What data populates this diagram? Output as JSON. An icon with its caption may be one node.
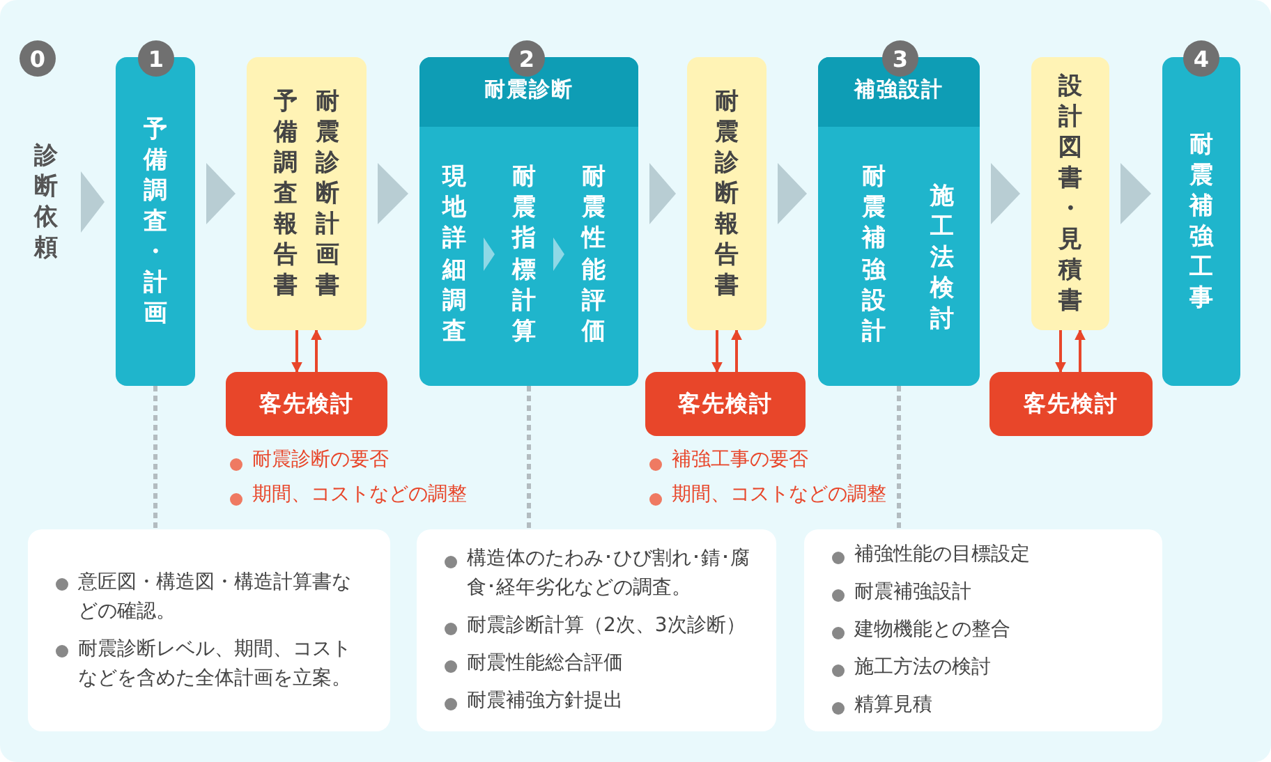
{
  "diagram": {
    "nodes": [
      {
        "text": [
          "診断依頼"
        ]
      },
      {
        "text": [
          "予備調査・計画"
        ]
      },
      {
        "text": [
          "予備調査報告書",
          "耐震診断計画書"
        ]
      },
      {
        "text": [
          "客先検討"
        ],
        "beside": [
          "耐震診断の要否",
          "期間、コストなどの調整"
        ]
      },
      {
        "text": [
          "耐震診断"
        ]
      },
      {
        "text": [
          "現地詳細調査"
        ],
        "in": 4
      },
      {
        "text": [
          "耐震指標計算"
        ],
        "in": 4
      },
      {
        "text": [
          "耐震性能評価"
        ],
        "in": 4
      },
      {
        "text": [
          "耐震診断報告書"
        ]
      },
      {
        "text": [
          "客先検討"
        ],
        "beside": [
          "補強工事の要否",
          "期間、コストなどの調整"
        ]
      },
      {
        "text": [
          "補強設計"
        ]
      },
      {
        "text": [
          "耐震補強設計"
        ],
        "in": 10
      },
      {
        "text": [
          "施工法検討"
        ],
        "in": 10
      },
      {
        "text": [
          "設計図書・見積書"
        ]
      },
      {
        "text": [
          "客先検討"
        ]
      },
      {
        "text": [
          "耐震補強工事"
        ]
      },
      {
        "text": [
          "意匠図・構造図・構造計算書などの確認。",
          "耐震診断レベル、期間、コストなどを含めた全体計画を立案。"
        ]
      },
      {
        "text": [
          "構造体のたわみ･ひび割れ･錆･腐食･経年劣化などの調査。",
          "耐震診断計算（2次、3次診断）",
          "耐震性能総合評価",
          "耐震補強方針提出"
        ]
      },
      {
        "text": [
          "補強性能の目標設定",
          "耐震補強設計",
          "建物機能との整合",
          "施工方法の検討",
          "精算見積"
        ]
      }
    ],
    "edges": [
      {
        "from": 0,
        "to": 1,
        "arrow": "to"
      },
      {
        "from": 1,
        "to": 2,
        "arrow": "to"
      },
      {
        "from": 2,
        "to": 3,
        "arrow": "to",
        "color": "#e8462a"
      },
      {
        "from": 3,
        "to": 2,
        "arrow": "to",
        "color": "#e8462a"
      },
      {
        "from": 2,
        "to": 4,
        "arrow": "to"
      },
      {
        "from": 5,
        "to": 6,
        "arrow": "to"
      },
      {
        "from": 6,
        "to": 7,
        "arrow": "to"
      },
      {
        "from": 4,
        "to": 8,
        "arrow": "to"
      },
      {
        "from": 8,
        "to": 9,
        "arrow": "to",
        "color": "#e8462a"
      },
      {
        "from": 9,
        "to": 8,
        "arrow": "to",
        "color": "#e8462a"
      },
      {
        "from": 8,
        "to": 10,
        "arrow": "to"
      },
      {
        "from": 10,
        "to": 13,
        "arrow": "to"
      },
      {
        "from": 13,
        "to": 14,
        "arrow": "to",
        "color": "#e8462a"
      },
      {
        "from": 14,
        "to": 13,
        "arrow": "to",
        "color": "#e8462a"
      },
      {
        "from": 13,
        "to": 15,
        "arrow": "to"
      },
      {
        "from": 1,
        "to": 16,
        "arrow": "none",
        "style": "dashed",
        "color": "#b3bcc0"
      },
      {
        "from": 4,
        "to": 17,
        "arrow": "none",
        "style": "dashed",
        "color": "#b3bcc0"
      },
      {
        "from": 10,
        "to": 18,
        "arrow": "none",
        "style": "dashed",
        "color": "#b3bcc0"
      }
    ],
    "labels": [
      "0",
      "1",
      "2",
      "3",
      "4"
    ]
  }
}
